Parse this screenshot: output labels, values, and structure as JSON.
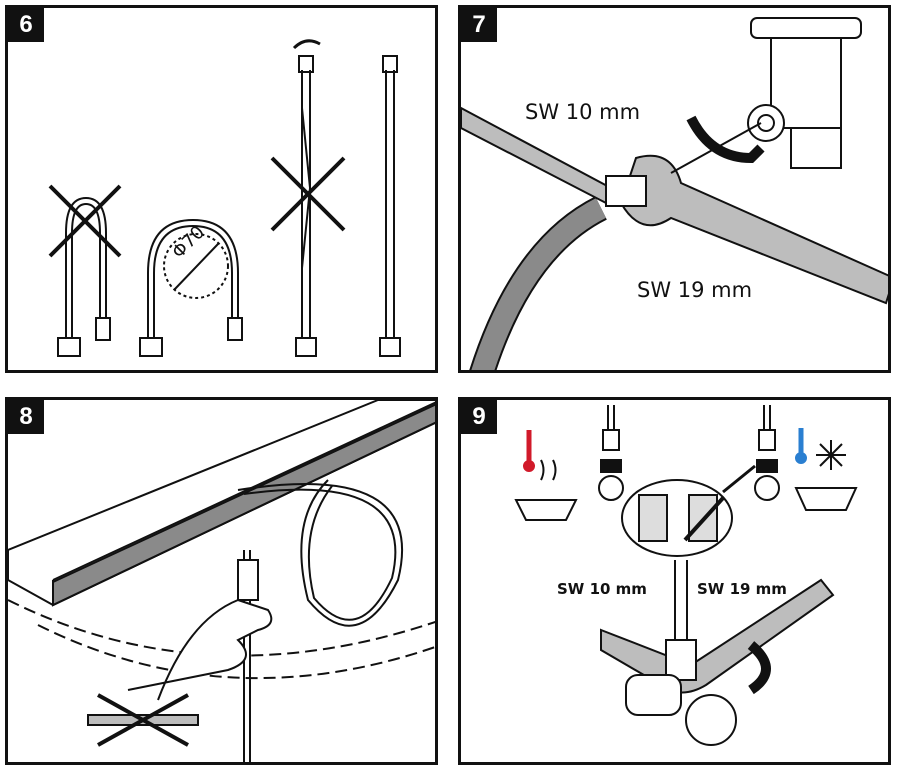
{
  "steps": [
    {
      "number": "6",
      "dimension": "Φ70"
    },
    {
      "number": "7",
      "wrench_small": "SW 10 mm",
      "wrench_large": "SW 19 mm"
    },
    {
      "number": "8"
    },
    {
      "number": "9",
      "wrench_small": "SW 10 mm",
      "wrench_large": "SW 19 mm"
    }
  ],
  "colors": {
    "line": "#111111",
    "hose_grey": "#8a8a8a",
    "wrench_grey": "#bdbdbd",
    "hot": "#d11a2a",
    "cold": "#2a7fd1",
    "panel_bg": "#ffffff"
  }
}
